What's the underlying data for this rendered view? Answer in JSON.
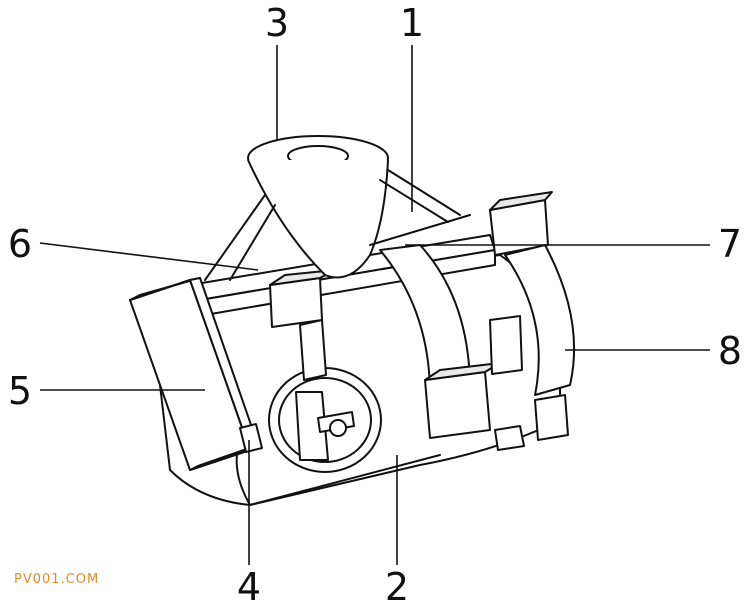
{
  "labels": {
    "n1": "1",
    "n2": "2",
    "n3": "3",
    "n4": "4",
    "n5": "5",
    "n6": "6",
    "n7": "7",
    "n8": "8"
  },
  "watermark": "PV001.COM",
  "colors": {
    "line": "#111111",
    "watermark": "#e58a2a"
  }
}
